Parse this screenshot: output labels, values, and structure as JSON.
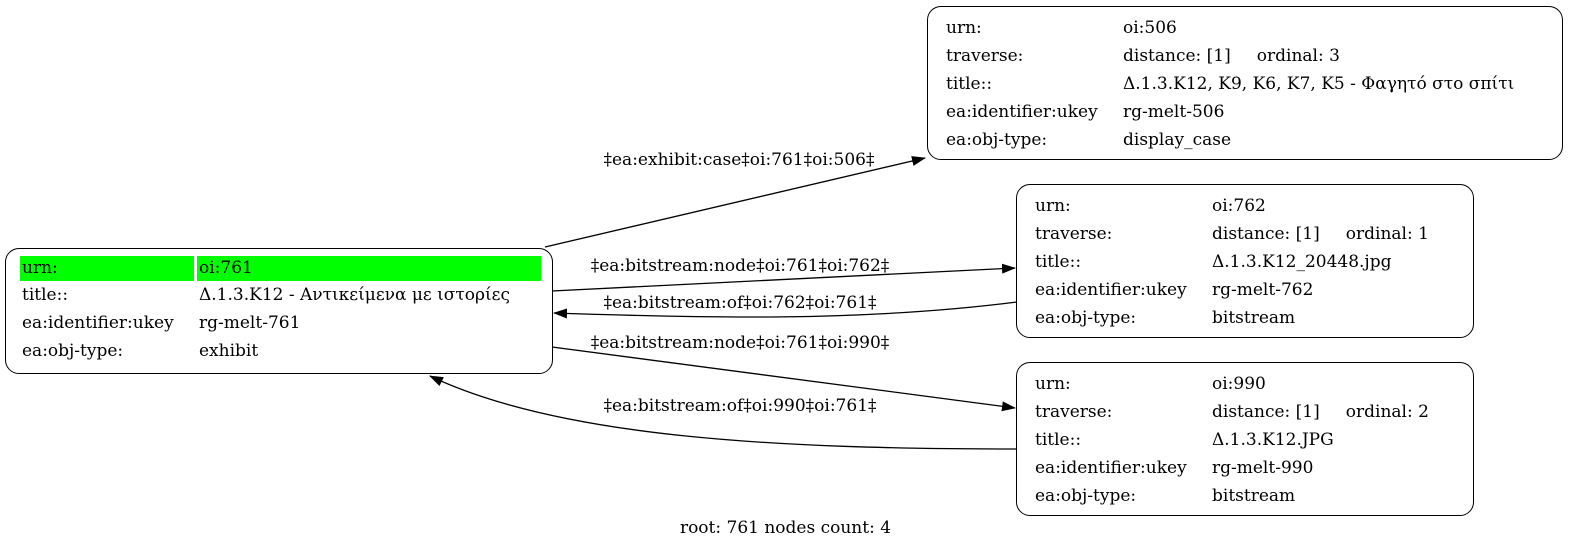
{
  "nodes": {
    "n761": {
      "urn_key": "urn:",
      "urn": "oi:761",
      "title_key": "title::",
      "title": "Δ.1.3.Κ12 - Αντικείμενα με ιστορίες",
      "ukey_key": "ea:identifier:ukey",
      "ukey": "rg-melt-761",
      "type_key": "ea:obj-type:",
      "type": "exhibit",
      "highlight_color": "#00ff00"
    },
    "n506": {
      "urn_key": "urn:",
      "urn": "oi:506",
      "traverse_key": "traverse:",
      "distance": "distance: [1]",
      "ordinal": "ordinal: 3",
      "title_key": "title::",
      "title": "Δ.1.3.Κ12, Κ9, Κ6, Κ7, Κ5 - Φαγητό στο σπίτι",
      "ukey_key": "ea:identifier:ukey",
      "ukey": "rg-melt-506",
      "type_key": "ea:obj-type:",
      "type": "display_case"
    },
    "n762": {
      "urn_key": "urn:",
      "urn": "oi:762",
      "traverse_key": "traverse:",
      "distance": "distance: [1]",
      "ordinal": "ordinal: 1",
      "title_key": "title::",
      "title": "Δ.1.3.Κ12_20448.jpg",
      "ukey_key": "ea:identifier:ukey",
      "ukey": "rg-melt-762",
      "type_key": "ea:obj-type:",
      "type": "bitstream"
    },
    "n990": {
      "urn_key": "urn:",
      "urn": "oi:990",
      "traverse_key": "traverse:",
      "distance": "distance: [1]",
      "ordinal": "ordinal: 2",
      "title_key": "title::",
      "title": "Δ.1.3.Κ12.JPG",
      "ukey_key": "ea:identifier:ukey",
      "ukey": "rg-melt-990",
      "type_key": "ea:obj-type:",
      "type": "bitstream"
    }
  },
  "edges": {
    "e761_506": "‡ea:exhibit:case‡oi:761‡oi:506‡",
    "e761_762": "‡ea:bitstream:node‡oi:761‡oi:762‡",
    "e762_761": "‡ea:bitstream:of‡oi:762‡oi:761‡",
    "e761_990": "‡ea:bitstream:node‡oi:761‡oi:990‡",
    "e990_761": "‡ea:bitstream:of‡oi:990‡oi:761‡"
  },
  "caption": "root: 761 nodes count: 4"
}
